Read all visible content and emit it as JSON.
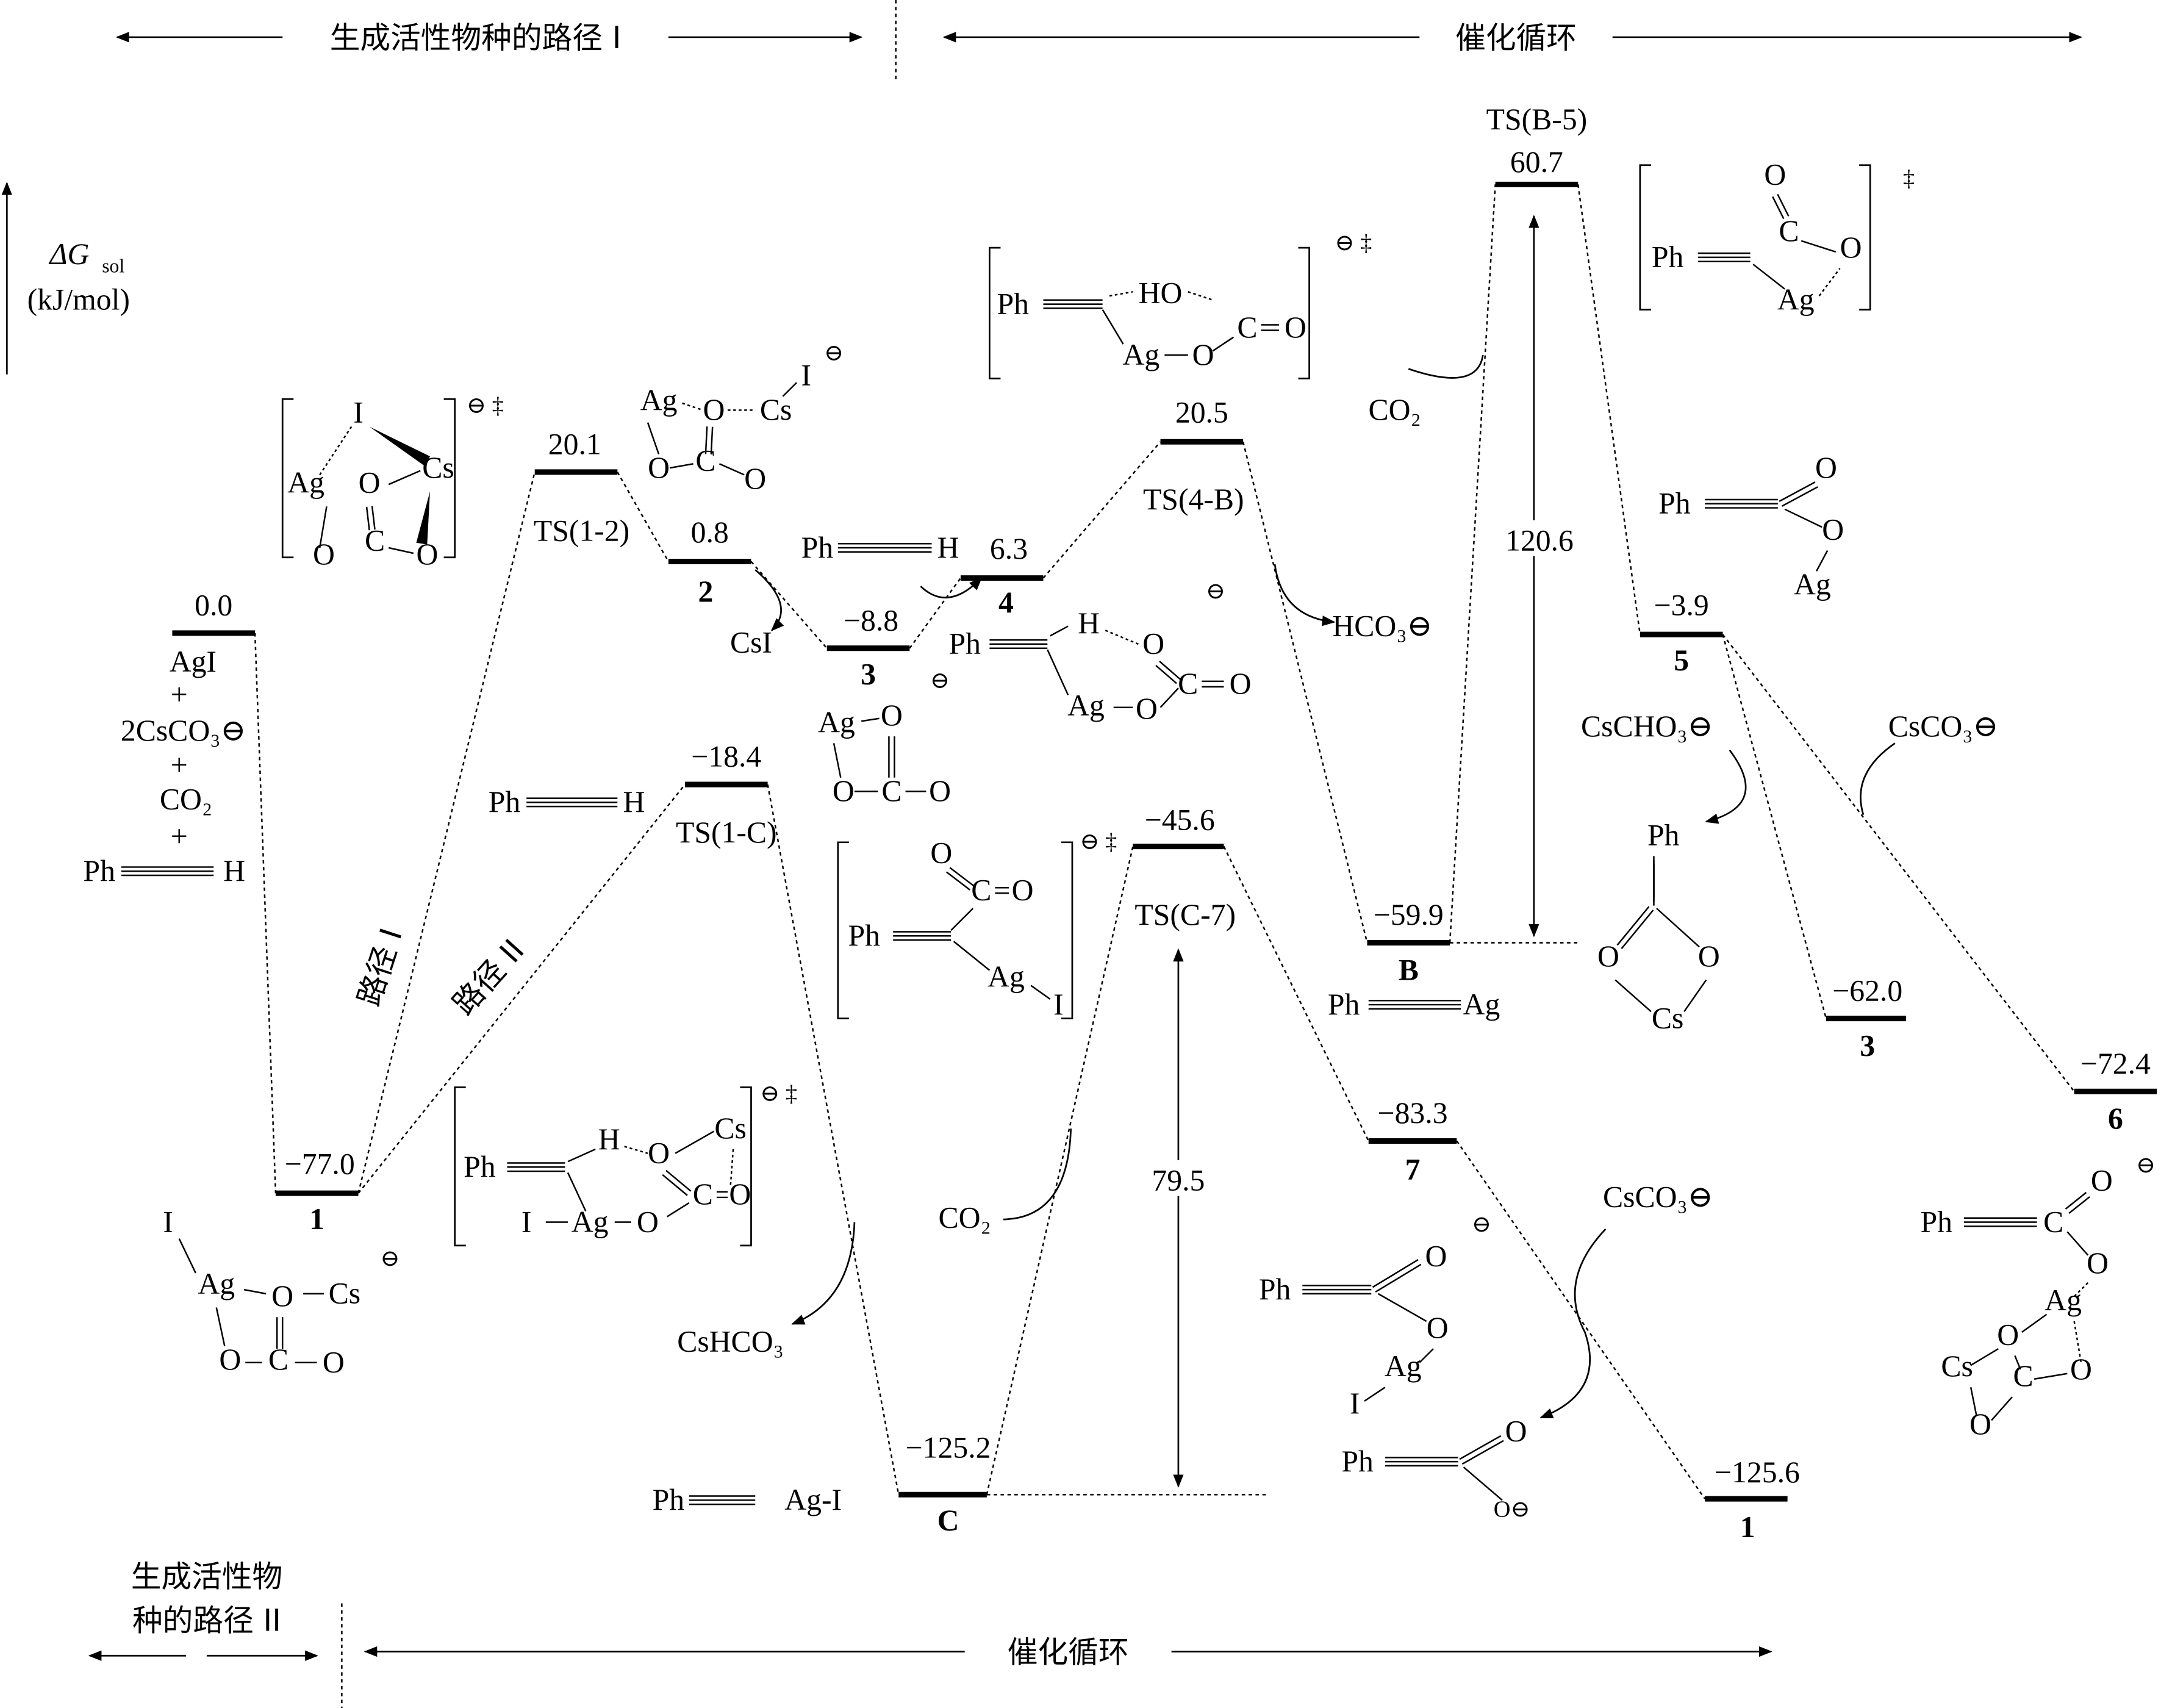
{
  "header": {
    "top_left": "生成活性物种的路径 I",
    "top_right": "催化循环",
    "bottom_left_line1": "生成活性物",
    "bottom_left_line2": "种的路径 II",
    "bottom_right": "催化循环"
  },
  "axis": {
    "label": "ΔG",
    "sub": "sol",
    "unit": "(kJ/mol)"
  },
  "paths": {
    "route_1": "路径 I",
    "route_2": "路径 II"
  },
  "barriers": [
    "120.6",
    "79.5"
  ],
  "levels": [
    {
      "value": "0.0",
      "label": ""
    },
    {
      "value": "−77.0",
      "label": "1"
    },
    {
      "value": "20.1",
      "label": "TS(1-2)"
    },
    {
      "value": "0.8",
      "label": "2"
    },
    {
      "value": "−8.8",
      "label": "3"
    },
    {
      "value": "6.3",
      "label": "4"
    },
    {
      "value": "20.5",
      "label": "TS(4-B)"
    },
    {
      "value": "60.7",
      "label": "TS(B-5)"
    },
    {
      "value": "−59.9",
      "label": "B"
    },
    {
      "value": "−3.9",
      "label": "5"
    },
    {
      "value": "−62.0",
      "label": "3"
    },
    {
      "value": "−72.4",
      "label": "6"
    },
    {
      "value": "−18.4",
      "label": "TS(1-C)"
    },
    {
      "value": "−125.2",
      "label": "C"
    },
    {
      "value": "−45.6",
      "label": "TS(C-7)"
    },
    {
      "value": "−83.3",
      "label": "7"
    },
    {
      "value": "−125.6",
      "label": "1"
    }
  ],
  "reactants": {
    "agi": "AgI",
    "plus": "+",
    "cs2co3": "2CsCO₃⊖",
    "co2": "CO₂",
    "ph": "Ph",
    "h": "H"
  },
  "species": {
    "csi": "CsI",
    "phh_ph": "Ph",
    "phh_h": "H",
    "co2_top": "CO₂",
    "hco3": "HCO₃⊖",
    "phh2_ph": "Ph",
    "phh2_h": "H",
    "cshco3": "CsHCO₃",
    "co2_low": "CO₂",
    "phag_ph": "Ph",
    "phag_ag": "Ag",
    "phagi_ph": "Ph",
    "phagi_agi": "Ag-I",
    "cshco3_neg": "CsCHO₃⊖",
    "csco3_right": "CsCO₃⊖",
    "csco3_bottom": "CsCO₃⊖"
  },
  "structures": {
    "ts12": [
      "I",
      "Cs",
      "Ag",
      "O",
      "O",
      "C",
      "O",
      "⊖ ‡"
    ],
    "int2": [
      "Ag",
      "O",
      "Cs",
      "I",
      "⊖",
      "O",
      "C",
      "O"
    ],
    "ts4b": [
      "Ph",
      "HO",
      "C",
      "O",
      "Ag",
      "O",
      "⊖ ‡"
    ],
    "tsb5": [
      "O",
      "C",
      "O",
      "Ph",
      "Ag",
      "‡"
    ],
    "int5": [
      "Ph",
      "O",
      "O",
      "Ag"
    ],
    "int4": [
      "Ph",
      "H",
      "O",
      "C",
      "O",
      "Ag",
      "O",
      "⊖"
    ],
    "int3": [
      "Ag",
      "O",
      "O",
      "C",
      "O",
      "⊖"
    ],
    "tsc7": [
      "O",
      "C",
      "O",
      "Ph",
      "Ag",
      "I",
      "⊖ ‡"
    ],
    "ts1c": [
      "Ph",
      "H",
      "O",
      "Cs",
      "C",
      "O",
      "I",
      "Ag",
      "O",
      "⊖ ‡"
    ],
    "int1": [
      "I",
      "Ag",
      "O",
      "Cs",
      "O",
      "C",
      "O",
      "⊖"
    ],
    "int3b": [
      "Ph",
      "O",
      "O",
      "Cs"
    ],
    "int7": [
      "Ph",
      "O",
      "O",
      "Ag",
      "I",
      "⊖"
    ],
    "carboxylate": [
      "Ph",
      "O",
      "O⊖"
    ],
    "int6": [
      "Ph",
      "C",
      "O",
      "O",
      "Ag",
      "O",
      "O",
      "Cs",
      "C",
      "O",
      "⊖"
    ]
  }
}
